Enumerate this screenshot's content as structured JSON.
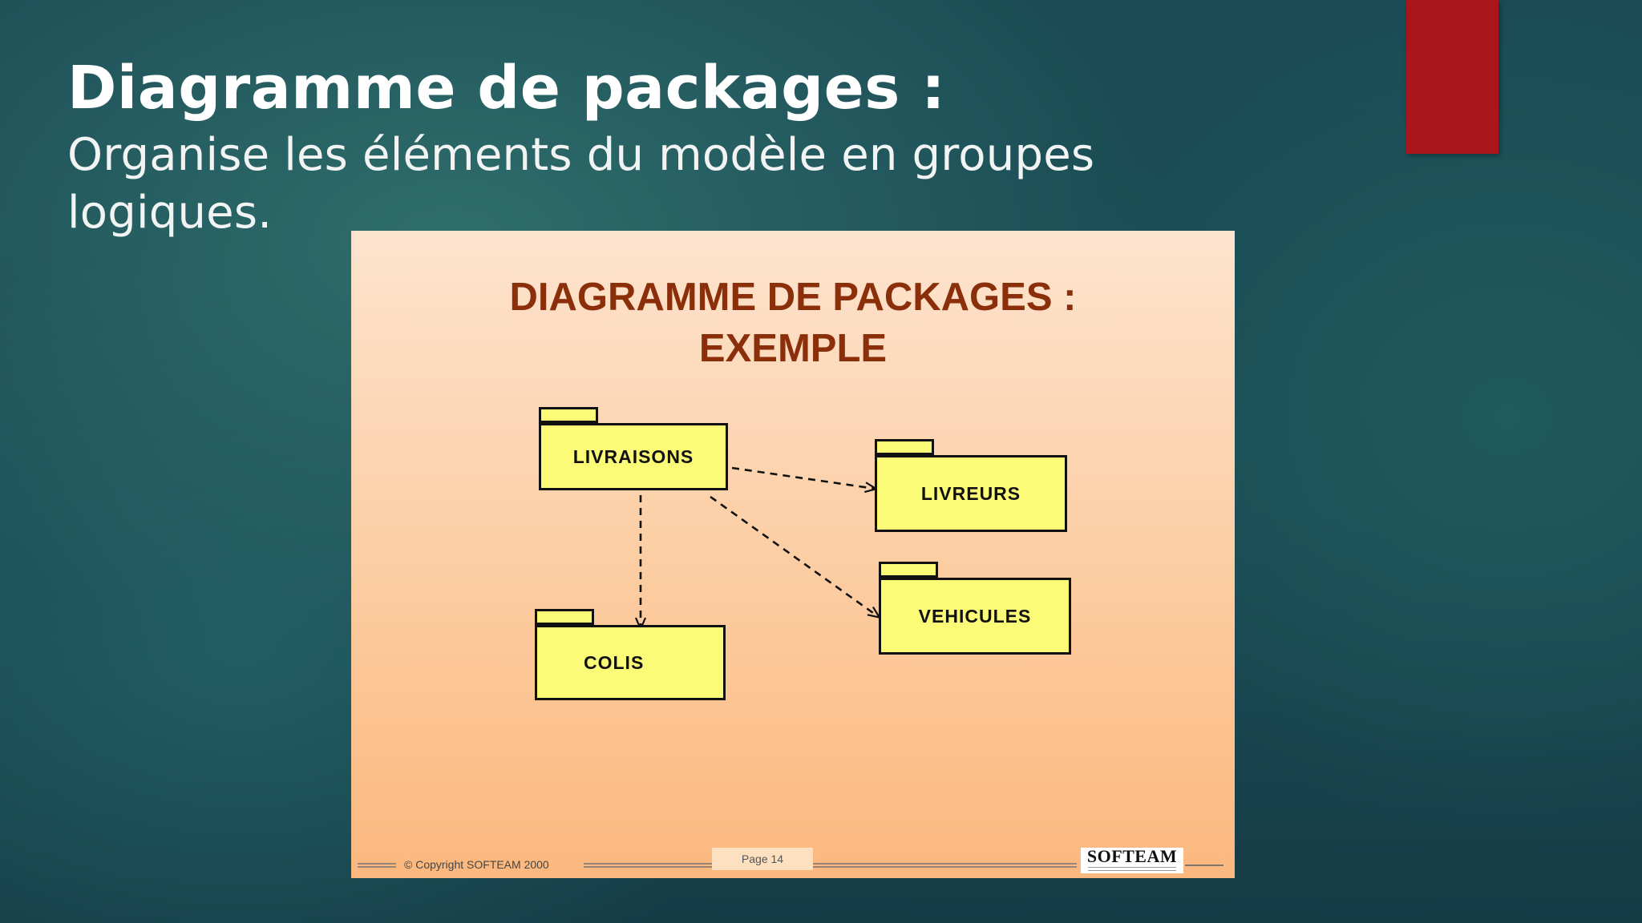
{
  "slide": {
    "title": "Diagramme de packages :",
    "subtitle": "Organise les éléments du modèle en groupes logiques."
  },
  "figure": {
    "title_line1": "DIAGRAMME DE PACKAGES :",
    "title_line2": "EXEMPLE",
    "packages": {
      "livraisons": "LIVRAISONS",
      "livreurs": "LIVREURS",
      "vehicules": "VEHICULES",
      "colis": "COLIS"
    },
    "dependencies": [
      {
        "from": "LIVRAISONS",
        "to": "LIVREURS"
      },
      {
        "from": "LIVRAISONS",
        "to": "VEHICULES"
      },
      {
        "from": "LIVRAISONS",
        "to": "COLIS"
      }
    ],
    "footer": {
      "copyright": "© Copyright SOFTEAM 2000",
      "page": "Page 14",
      "logo": "SOFTEAM"
    }
  },
  "colors": {
    "package_fill": "#fbfb78",
    "title_color": "#8a2f0a",
    "accent_red": "#a8161a"
  }
}
